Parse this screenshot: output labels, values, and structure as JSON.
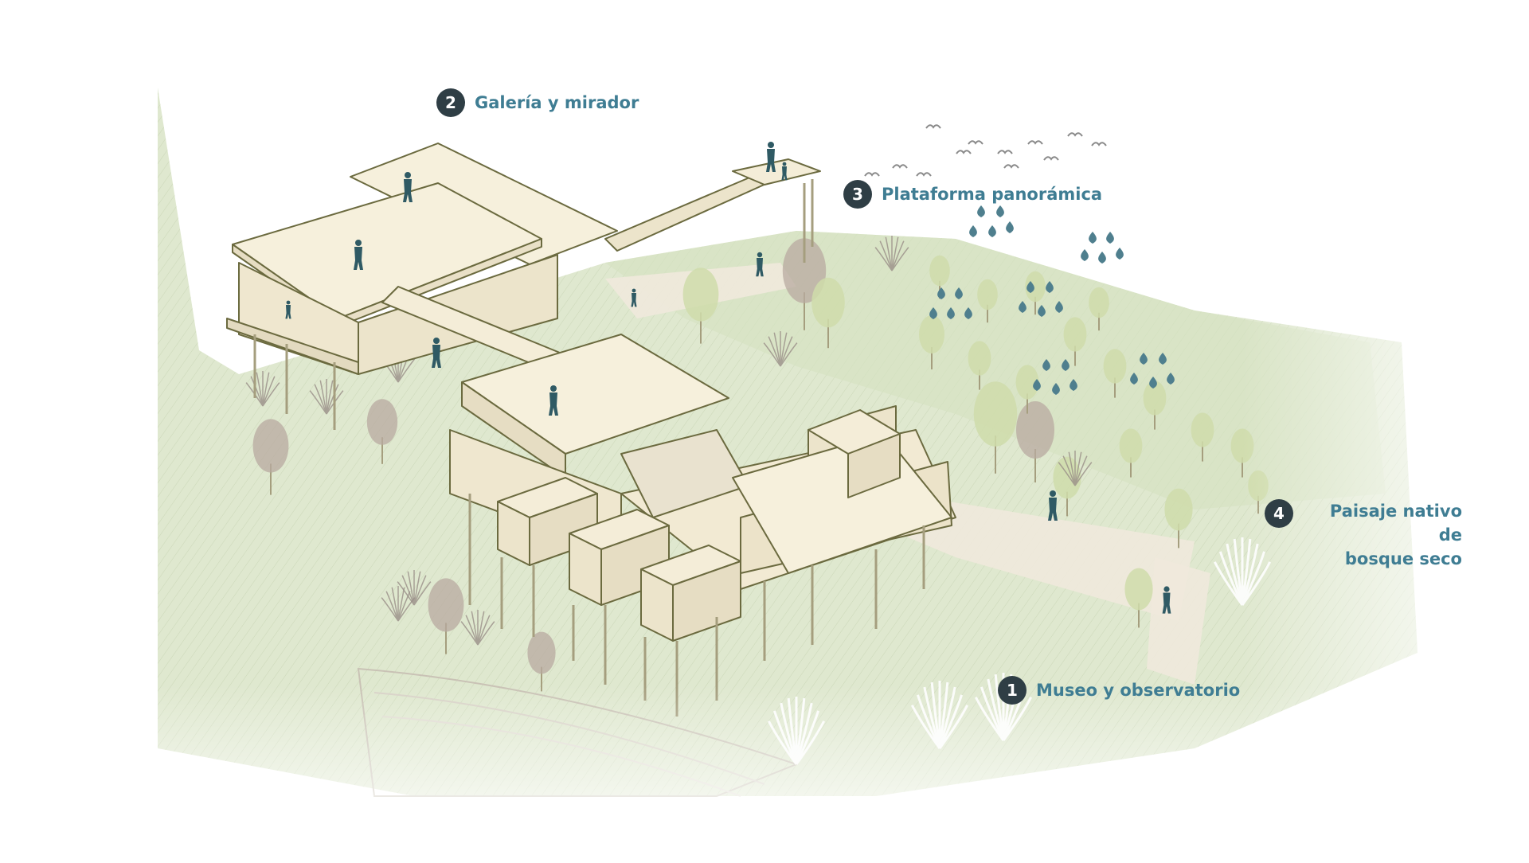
{
  "callouts": [
    {
      "number": "1",
      "label": "Museo y observatorio"
    },
    {
      "number": "2",
      "label": "Galería y mirador"
    },
    {
      "number": "3",
      "label": "Plataforma panorámica"
    },
    {
      "number": "4",
      "label_line1": "Paisaje nativo de",
      "label_line2": "bosque seco"
    }
  ],
  "colors": {
    "badge": "#2f3e45",
    "label": "#3f7d93",
    "terrain": "#dfe8cf",
    "terrain_dark": "#c9d8b5",
    "building": "#f3ecd6",
    "building_edge": "#6b6a3f",
    "path": "#efe9dc",
    "figure": "#2f5a64",
    "tree_grey": "#b8a9a0",
    "tree_green": "#cfdcaa",
    "bush": "#9a8f88",
    "drops": "#4f7f8e"
  },
  "icons": [
    "person-figure-icon",
    "tree-icon",
    "bush-icon",
    "bird-icon",
    "water-drop-icon"
  ]
}
